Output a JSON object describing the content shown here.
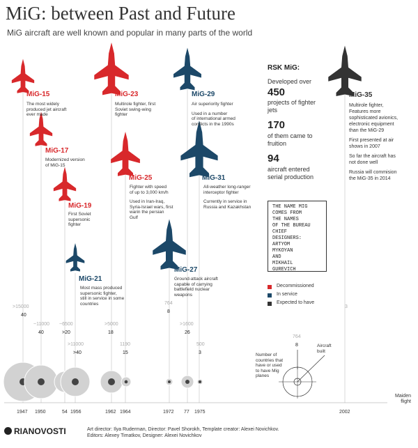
{
  "title": "MiG: between Past and Future",
  "subtitle": "MiG aircraft are well known and popular in many parts of the world",
  "colors": {
    "decommissioned": "#d8282b",
    "in_service": "#1c4868",
    "expected": "#333333",
    "bubble": "#d2d2d2",
    "grid_line": "#c8c8c8"
  },
  "aircraft": [
    {
      "name": "MiG-15",
      "status": "decommissioned",
      "desc": [
        "The most widely",
        "produced jet aircraft",
        "ever made"
      ],
      "countries_gray": ">15000",
      "countries_black": "40",
      "year": "1947"
    },
    {
      "name": "MiG-17",
      "status": "decommissioned",
      "desc": [
        "Modernized version",
        "of MiG-15"
      ],
      "countries_gray": "~11000",
      "countries_black": "40",
      "year": "1950"
    },
    {
      "name": "MiG-19",
      "status": "decommissioned",
      "desc": [
        "First Soviet",
        "supersonic",
        "fighter"
      ],
      "countries_gray": "~6500",
      "countries_black": ">20",
      "year": "54"
    },
    {
      "name": "MiG-21",
      "status": "in_service",
      "desc": [
        "Most mass produced",
        "supersonic fighter,",
        "still in service in some",
        "countries"
      ],
      "countries_gray": ">11000",
      "countries_black": ">40",
      "year": "1956"
    },
    {
      "name": "MiG-23",
      "status": "decommissioned",
      "desc": [
        "Multirole fighter, first",
        "Soviet swing-wing",
        "fighter"
      ],
      "countries_gray": ">5000",
      "countries_black": "18",
      "year": "1962"
    },
    {
      "name": "MiG-25",
      "status": "decommissioned",
      "desc": [
        "Fighter with speed",
        "of up to 3,000 km/h",
        "",
        "Used in Iran-Iraq,",
        "Syria-Israel wars, first",
        "warin the persian",
        "Gulf"
      ],
      "countries_gray": "1190",
      "countries_black": "15",
      "year": "1964"
    },
    {
      "name": "MiG-27",
      "status": "in_service",
      "desc": [
        "Ground-attack aircraft",
        "capable of carrying",
        "battlefield nuclear",
        "weapons"
      ],
      "countries_gray": "764",
      "countries_black": "8",
      "year": "1972"
    },
    {
      "name": "MiG-29",
      "status": "in_service",
      "desc": [
        "Air superiority fighter",
        "",
        "Used in a number",
        "of international armed",
        "conflicts in the 1990s"
      ],
      "countries_gray": ">1600",
      "countries_black": "26",
      "year": "77"
    },
    {
      "name": "MiG-31",
      "status": "in_service",
      "desc": [
        "All-weather long-ranger",
        "interceptor fighter",
        "",
        "Currently in service in",
        "Russia and Kazakhstan"
      ],
      "countries_gray": "500",
      "countries_black": "3",
      "year": "1975"
    },
    {
      "name": "MiG-35",
      "status": "expected",
      "desc": [
        "Multirole fighter,",
        "Features more",
        "sophisticated avionics,",
        "electronic equipment",
        "than the MiG-29",
        "",
        "First presented at air",
        "shows in 2007",
        "",
        "So far the aircraft has",
        "not done well",
        "",
        "Russia will commision",
        "the MiG-35 in 2014"
      ],
      "countries_gray": "3",
      "countries_black": "",
      "year": "2002"
    }
  ],
  "rsk": {
    "title": "RSK MiG:",
    "developed_label": "Developed over",
    "projects_value": "450",
    "projects_label": [
      "projects of fighter",
      "jets"
    ],
    "fruition_value": "170",
    "fruition_label": [
      "of them came to",
      "fruition"
    ],
    "serial_value": "94",
    "serial_label": [
      "aircraft entered",
      "serial production"
    ]
  },
  "name_note": [
    "THE NAME MIG",
    "COMES FROM",
    "THE NAMES",
    "OF THE BUREAU",
    "CHIEF",
    "DESIGNERS:",
    "ARTYOM",
    "MYKOYAN",
    "AND",
    "MIKHAIL",
    "GUREVICH"
  ],
  "legend": {
    "decommissioned": "Decommissioned",
    "in_service": "In service",
    "expected": "Expected to have"
  },
  "key": {
    "built_value": "764",
    "countries_value": "8",
    "countries_label": [
      "Number of",
      "countries that",
      "have or used",
      "to have Mig",
      "planes"
    ],
    "built_label": [
      "Aircraft",
      "built"
    ],
    "maiden_label": [
      "Maiden",
      "flight"
    ]
  },
  "footer": {
    "logo": "RIANOVOSTI",
    "credits": [
      "Art director: Ilya Ruderman, Director: Pavel Shorokh, Template creator: Alexei Novichkov.",
      "Editors: Alexey Timatkov, Designer: Alexei Novichkov"
    ]
  }
}
